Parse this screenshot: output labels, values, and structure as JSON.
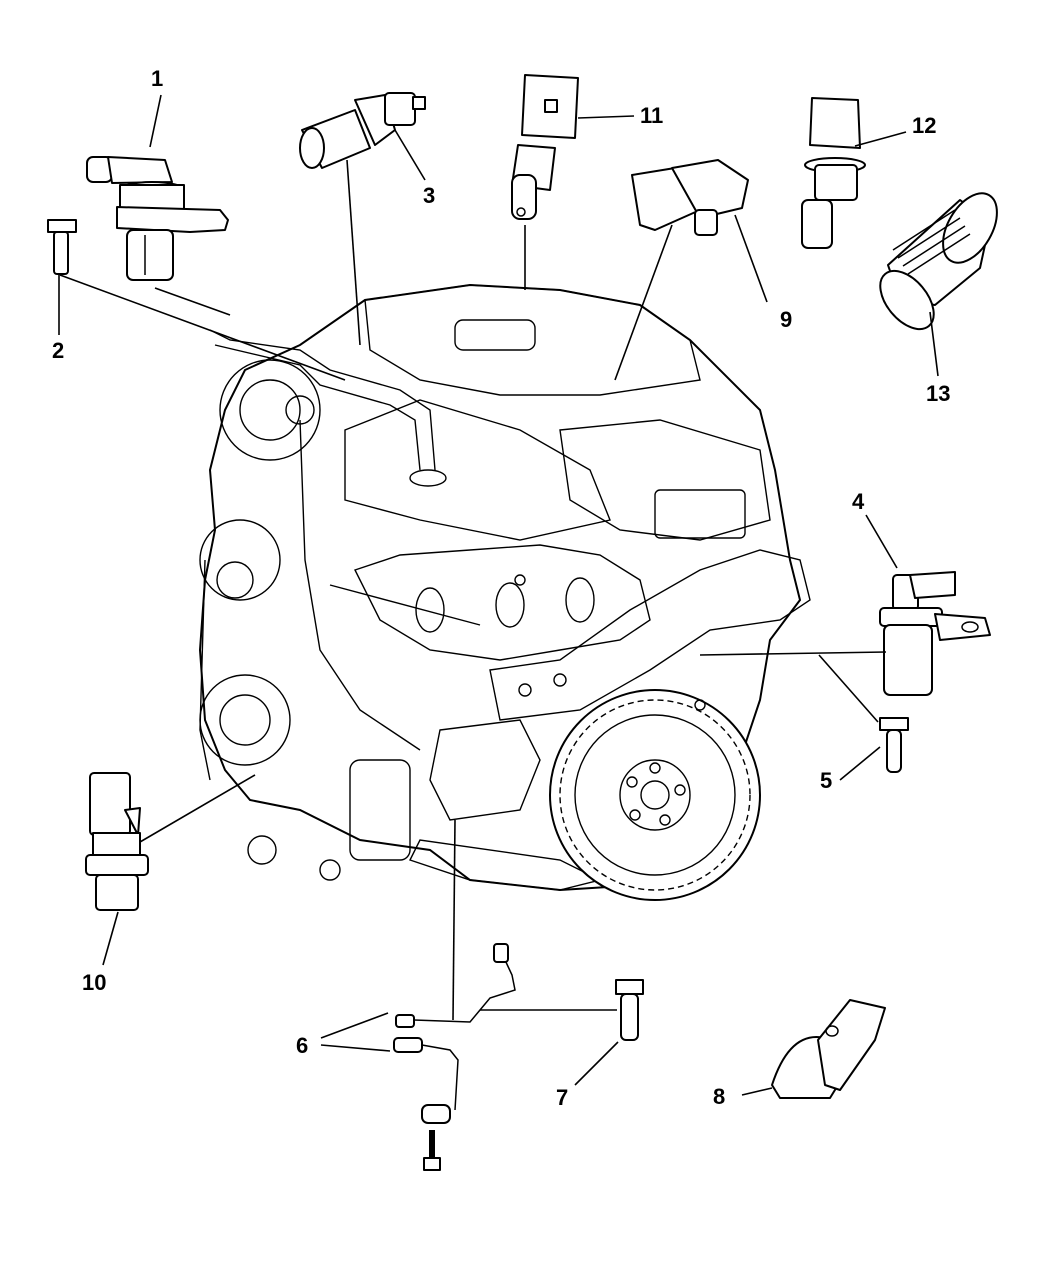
{
  "diagram": {
    "type": "exploded parts diagram",
    "subject": "engine sensors",
    "ink_color": "#000000",
    "background_color": "#ffffff",
    "callouts": [
      {
        "number": "1",
        "part": "camshaft-position-sensor"
      },
      {
        "number": "2",
        "part": "sensor-bolt"
      },
      {
        "number": "3",
        "part": "coolant-temperature-sensor"
      },
      {
        "number": "4",
        "part": "crankshaft-position-sensor"
      },
      {
        "number": "5",
        "part": "sensor-bolt"
      },
      {
        "number": "6",
        "part": "oxygen-sensors"
      },
      {
        "number": "7",
        "part": "knock-sensor-bolt"
      },
      {
        "number": "8",
        "part": "knock-sensor"
      },
      {
        "number": "9",
        "part": "map-sensor"
      },
      {
        "number": "10",
        "part": "oil-pressure-switch"
      },
      {
        "number": "11",
        "part": "intake-air-temperature-sensor"
      },
      {
        "number": "12",
        "part": "air-temperature-sensor"
      },
      {
        "number": "13",
        "part": "air-inlet-seal"
      }
    ]
  }
}
